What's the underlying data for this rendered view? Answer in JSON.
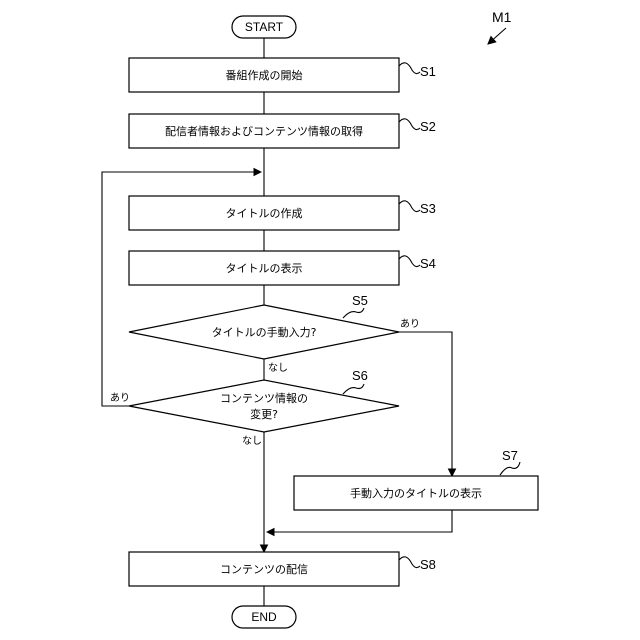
{
  "figure_label": "M1",
  "start": "START",
  "end": "END",
  "steps": {
    "s1": {
      "id": "S1",
      "text": "番組作成の開始"
    },
    "s2": {
      "id": "S2",
      "text": "配信者情報およびコンテンツ情報の取得"
    },
    "s3": {
      "id": "S3",
      "text": "タイトルの作成"
    },
    "s4": {
      "id": "S4",
      "text": "タイトルの表示"
    },
    "s5": {
      "id": "S5",
      "text": "タイトルの手動入力?"
    },
    "s6": {
      "id": "S6",
      "line1": "コンテンツ情報の",
      "line2": "変更?"
    },
    "s7": {
      "id": "S7",
      "text": "手動入力のタイトルの表示"
    },
    "s8": {
      "id": "S8",
      "text": "コンテンツの配信"
    }
  },
  "branches": {
    "s5_yes": "あり",
    "s5_no": "なし",
    "s6_yes": "あり",
    "s6_no": "なし"
  }
}
